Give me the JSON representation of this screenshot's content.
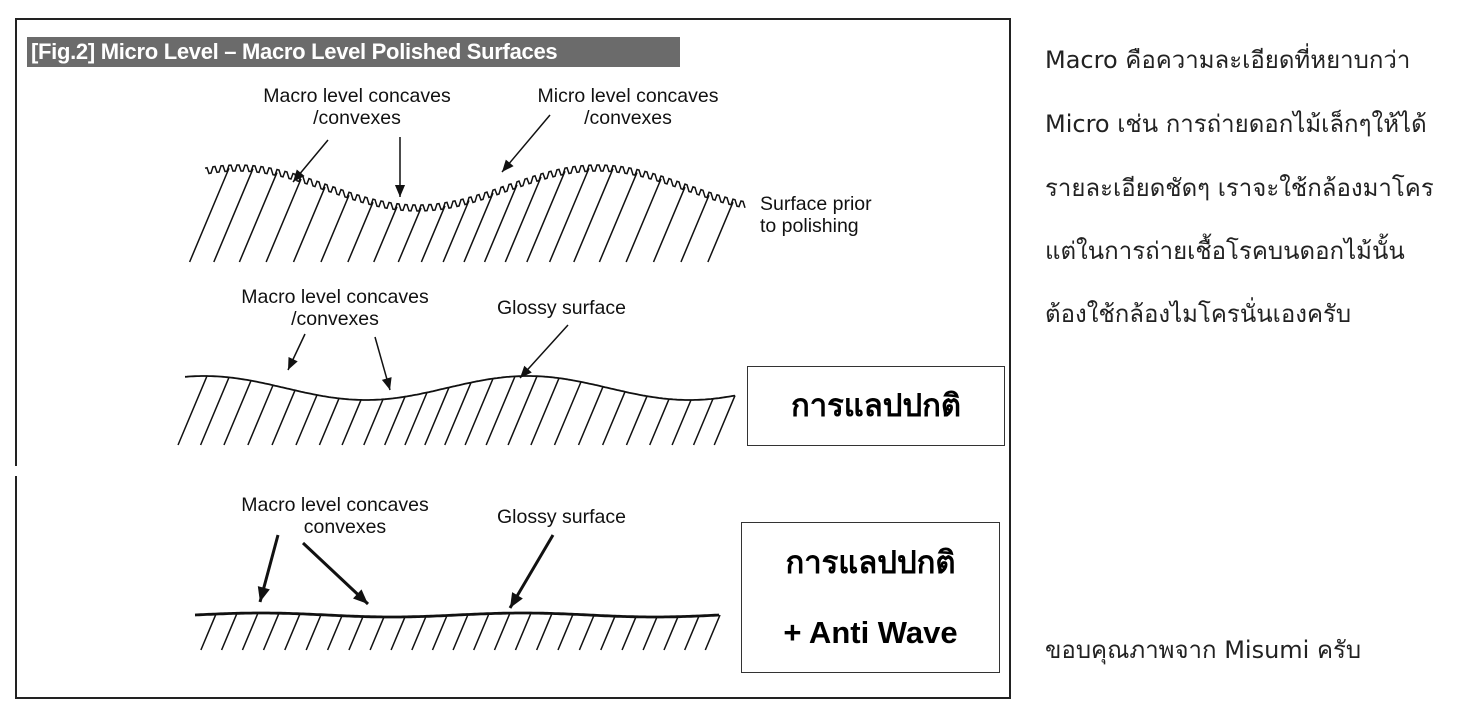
{
  "figure": {
    "title": "[Fig.2] Micro Level – Macro Level Polished Surfaces",
    "panel1": {
      "label_macro": [
        "Macro level concaves",
        "/convexes"
      ],
      "label_micro": [
        "Micro level concaves",
        "/convexes"
      ],
      "label_surface": [
        "Surface prior",
        "to polishing"
      ]
    },
    "panel2": {
      "label_macro": [
        "Macro level concaves",
        "/convexes"
      ],
      "label_glossy": "Glossy surface",
      "box_label": "การแลปปกติ"
    },
    "panel3": {
      "label_macro": [
        "Macro level concaves",
        "convexes"
      ],
      "label_glossy": "Glossy surface",
      "box_label": [
        "การแลปปกติ",
        "+ Anti Wave"
      ]
    }
  },
  "explanation": [
    "Macro คือความละเอียดที่หยาบกว่า",
    "Micro เช่น การถ่ายดอกไม้เล็กๆให้ได้",
    "รายละเอียดชัดๆ เราจะใช้กล้องมาโคร",
    "แต่ในการถ่ายเชื้อโรคบนดอกไม้นั้น",
    "ต้องใช้กล้องไมโครนั่นเองครับ"
  ],
  "credit": "ขอบคุณภาพจาก Misumi ครับ"
}
